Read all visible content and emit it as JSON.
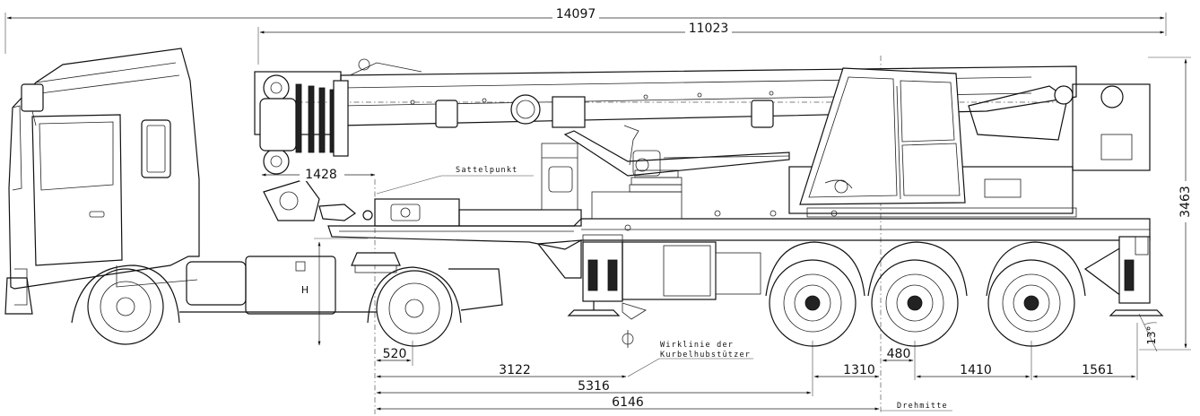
{
  "dimensions": {
    "overall_length": "14097",
    "boom_length": "11023",
    "height": "3463",
    "front_overhang": "1428",
    "kingpin_offset": "520",
    "kingpin_to_outrigger": "3122",
    "kingpin_to_axle1": "5316",
    "kingpin_to_slew_center": "6146",
    "axle1_to_center": "1310",
    "center_to_axle2": "480",
    "axle2_to_axle3": "1410",
    "axle3_to_rear_outrigger": "1561",
    "fifth_wheel_height": "H",
    "rear_angle": "13°"
  },
  "labels": {
    "sattelpunkt": "Sattelpunkt",
    "wirklinie_1": "Wirklinie der",
    "wirklinie_2": "Kurbelhubstützer",
    "drehmitte": "Drehmitte"
  },
  "colors": {
    "line": "#111111",
    "background": "#ffffff"
  }
}
